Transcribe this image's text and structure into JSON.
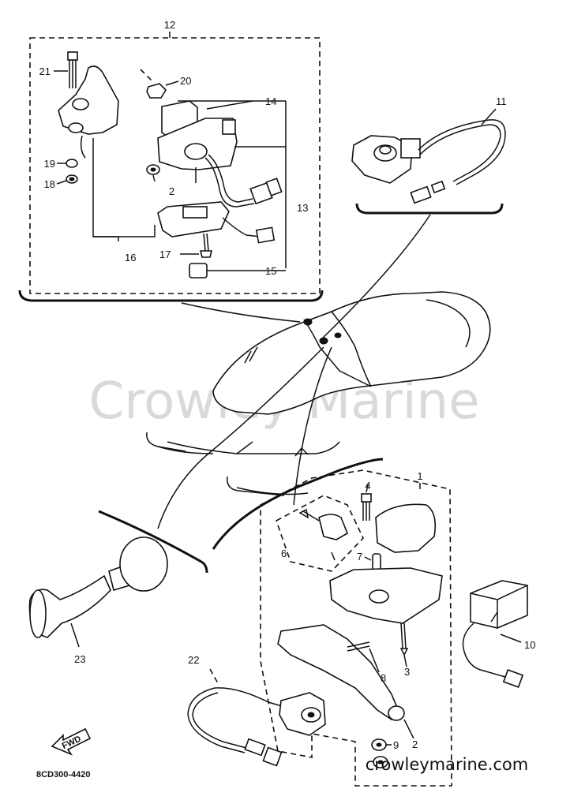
{
  "callouts": {
    "c1": "1",
    "c2": "2",
    "c2b": "2",
    "c3": "3",
    "c4": "4",
    "c6": "6",
    "c7": "7",
    "c8": "8",
    "c9": "9",
    "c10": "10",
    "c11": "11",
    "c12": "12",
    "c13": "13",
    "c14": "14",
    "c15": "15",
    "c16": "16",
    "c17": "17",
    "c18": "18",
    "c19": "19",
    "c20": "20",
    "c21": "21",
    "c22": "22",
    "c23": "23"
  },
  "fwd_label": "FWD",
  "diagram_code": "8CD300-4420",
  "watermark": "Crowley Marine",
  "site_footer": "crowleymarine.com"
}
